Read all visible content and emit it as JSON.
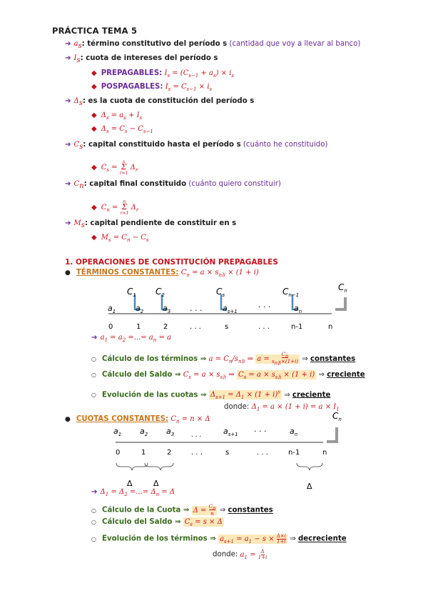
{
  "title": "PRÁCTICA TEMA 5",
  "defs": {
    "as_sym": "a",
    "as_bold": ": término constitutivo del período s",
    "as_paren": "(cantidad que voy a llevar al banco)",
    "is_sym": "I",
    "is_bold": ": cuota de intereses del período s",
    "prepag_label": "PREPAGABLES:",
    "prepag_formula": "I = (C + a) × i",
    "pospag_label": "POSPAGABLES:",
    "pospag_formula": "I = C × i",
    "delta_sym": "Δ",
    "delta_bold": ": es la cuota de constitución del período s",
    "delta_f1": "Δ = a + I",
    "delta_f2": "Δ = C − C",
    "cs_sym": "C",
    "cs_bold": ": capital constituido hasta el período s",
    "cs_paren": "(cuánto he constituido)",
    "cs_formula": "C = Σ Δ",
    "cn_sym": "C",
    "cn_bold": ": capital final constituido",
    "cn_paren": "(cuánto quiero constituir)",
    "cn_formula": "C = Σ Δ",
    "ms_sym": "M",
    "ms_bold": ": capital pendiente de constituir en s",
    "ms_formula": "M = C − C"
  },
  "section1": {
    "heading": "1.   OPERACIONES DE CONSTITUCIÓN PREPAGABLES",
    "tc_label": "TÉRMINOS CONSTANTES:",
    "tc_formula": "C = a × s × (1 + i)",
    "tc_equal": "a = a = ... = a = a",
    "tc_calc_label": "Cálculo de los términos ⇒",
    "tc_calc_f1": "a = C / s ⇒",
    "tc_calc_f2": "a = C / (s × (1+i))",
    "tc_calc_result": "constantes",
    "tc_saldo_label": "Cálculo del Saldo ⇒",
    "tc_saldo_f1": "C = a × s ⇒",
    "tc_saldo_f2": "C = a × s × (1 + i)",
    "tc_saldo_result": "creciente",
    "tc_evol_label": "Evolución de las cuotas ⇒",
    "tc_evol_f": "Δ = Δ × (1 + i)",
    "tc_evol_result": "creciente",
    "tc_donde": "donde:",
    "tc_donde_f": "Δ = a × (1 + i) = a × I",
    "cc_label": "CUOTAS CONSTANTES:",
    "cc_formula": "C = n × Δ",
    "cc_equal": "Δ = Δ = ... = Δ = Δ",
    "cc_calc_label": "Cálculo de la Cuota ⇒",
    "cc_calc_f": "Δ = C / n",
    "cc_calc_result": "constantes",
    "cc_saldo_label": "Cálculo del Saldo ⇒",
    "cc_saldo_f": "C = s × Δ",
    "cc_evol_label": "Evolución de los términos ⇒",
    "cc_evol_f": "a = a − s × Δ×i/(1+i)",
    "cc_evol_result": "decreciente",
    "cc_donde": "donde:",
    "cc_donde_f": "a = Δ/(1+i)"
  },
  "timeline1": {
    "ticks": [
      "0",
      "1",
      "2",
      ". . .",
      "s",
      ". . .",
      "n-1",
      "n"
    ],
    "terms": [
      "a",
      "a",
      "a",
      "a",
      "a"
    ],
    "capitals": [
      "C",
      "C",
      "C",
      "C",
      "C"
    ]
  },
  "timeline2": {
    "ticks": [
      "0",
      "1",
      "2",
      ". . .",
      "s",
      ". . .",
      "n-1",
      "n"
    ],
    "terms": [
      "a",
      "a",
      "a",
      "a",
      "a"
    ],
    "capital": "C",
    "delta_labels": [
      "Δ",
      "Δ",
      "Δ"
    ]
  },
  "colors": {
    "purple": "#6a2b96",
    "red": "#c0141d",
    "green": "#3c6b1f",
    "orange": "#c8741b",
    "highlight": "#fde8b9"
  }
}
